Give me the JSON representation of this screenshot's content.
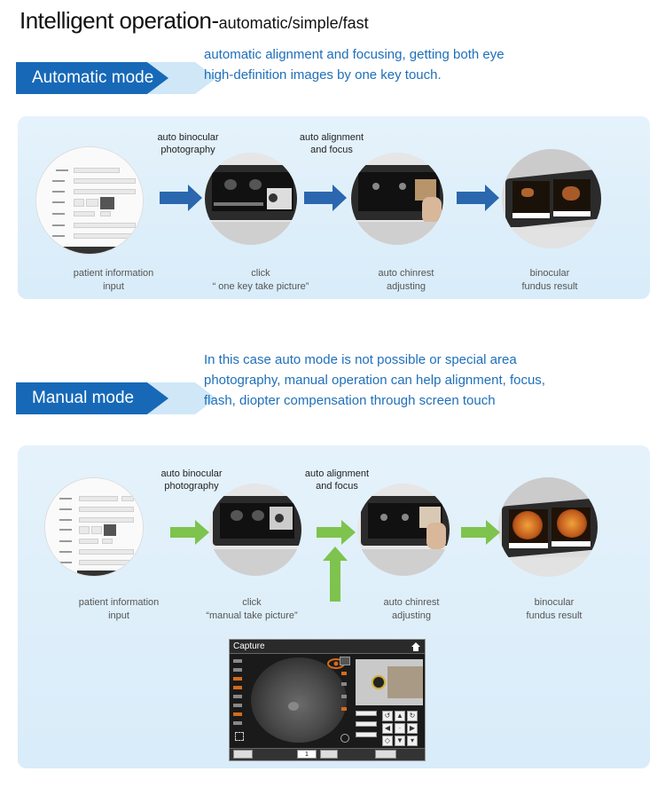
{
  "header": {
    "title_main": "Intelligent operation-",
    "title_sub": "automatic/simple/fast"
  },
  "auto": {
    "tag": "Automatic mode",
    "desc_line1": "automatic alignment and focusing, getting both eye",
    "desc_line2": "high-definition images by one key touch.",
    "label_binocular_1": "auto binocular",
    "label_binocular_2": "photography",
    "label_align_1": "auto alignment",
    "label_align_2": "and focus",
    "caps": [
      {
        "l1": "patient information",
        "l2": "input"
      },
      {
        "l1": "click",
        "l2": "“ one key take picture”"
      },
      {
        "l1": "auto chinrest",
        "l2": "adjusting"
      },
      {
        "l1": "binocular",
        "l2": "fundus result"
      }
    ]
  },
  "manual": {
    "tag": "Manual mode",
    "desc_line1": "In this case auto mode is not possible or special area",
    "desc_line2": "photography, manual operation can help alignment, focus,",
    "desc_line3": "flash, diopter compensation through screen touch",
    "label_binocular_1": "auto binocular",
    "label_binocular_2": "photography",
    "label_align_1": "auto alignment",
    "label_align_2": "and focus",
    "caps": [
      {
        "l1": "patient information",
        "l2": "input"
      },
      {
        "l1": "click",
        "l2": "“manual take picture”"
      },
      {
        "l1": "auto chinrest",
        "l2": "adjusting"
      },
      {
        "l1": "binocular",
        "l2": "fundus result"
      }
    ]
  },
  "capture_screen": {
    "title": "Capture",
    "page_value": "1"
  },
  "colors": {
    "brand_blue": "#1769b8",
    "auto_arrow": "#2a67ae",
    "manual_arrow": "#7dc34d",
    "panel_bg": "#dcedf9"
  }
}
